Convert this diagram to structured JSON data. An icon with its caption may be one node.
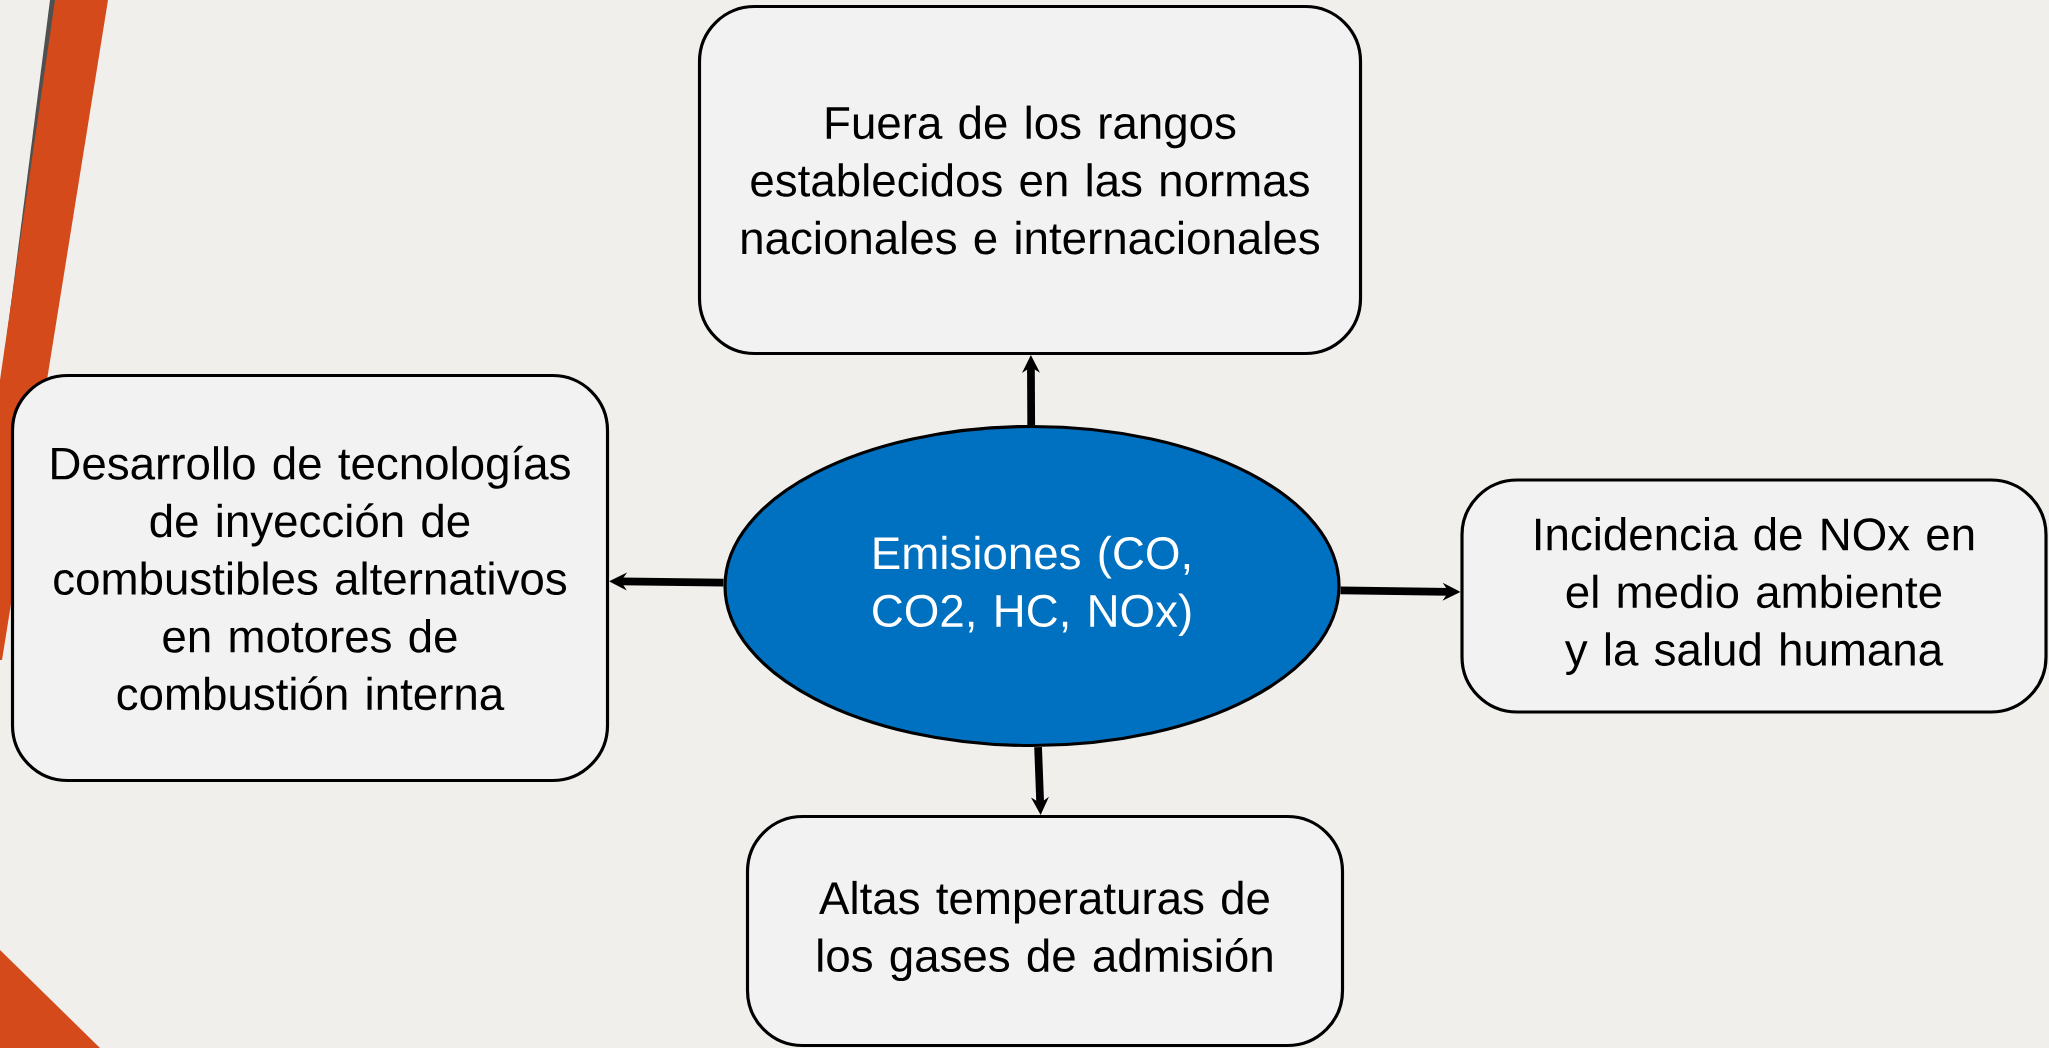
{
  "diagram": {
    "nodes": [
      {
        "text": [
          "Fuera de los rangos establecidos en las normas nacionales e internacionales"
        ]
      },
      {
        "text": [
          "Desarrollo de tecnologías de inyección de combustibles alternativos en motores de combustión interna"
        ]
      },
      {
        "text": [
          "Emisiones (CO, CO2, HC, NOx)"
        ]
      },
      {
        "text": [
          "Incidencia de NOx en el medio ambiente y la salud humana"
        ]
      },
      {
        "text": [
          "Altas temperaturas de los gases de admisión"
        ]
      }
    ],
    "edges": [
      {
        "from": 2,
        "to": 0,
        "arrow": "to"
      },
      {
        "from": 2,
        "to": 1,
        "arrow": "to"
      },
      {
        "from": 2,
        "to": 3,
        "arrow": "to"
      },
      {
        "from": 2,
        "to": 4,
        "arrow": "to"
      }
    ]
  }
}
